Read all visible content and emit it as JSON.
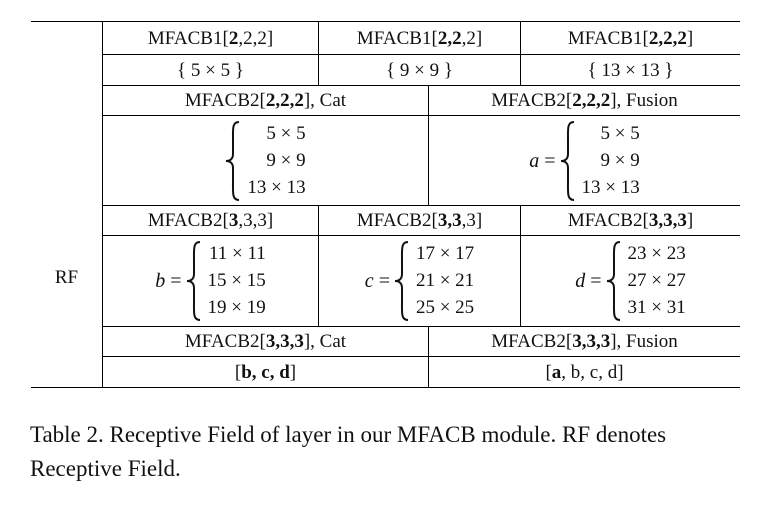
{
  "row_label": "RF",
  "mfacb1": [
    {
      "prefix": "MFACB1[",
      "b": "2",
      "rest": ",2,2]",
      "set": "{ 5 × 5 }"
    },
    {
      "prefix": "MFACB1[",
      "b": "2,2",
      "rest": ",2]",
      "set": "{ 9 × 9 }"
    },
    {
      "prefix": "MFACB1[",
      "b": "2,2,2",
      "rest": "]",
      "set": "{ 13 × 13 }"
    }
  ],
  "mfacb2_222": [
    {
      "prefix": "MFACB2[",
      "b": "2,2,2",
      "rest": "], Cat",
      "var": "",
      "values": [
        "5 × 5",
        "9 × 9",
        "13 × 13"
      ]
    },
    {
      "prefix": "MFACB2[",
      "b": "2,2,2",
      "rest": "], Fusion",
      "var": "a",
      "values": [
        "5 × 5",
        "9 × 9",
        "13 × 13"
      ]
    }
  ],
  "mfacb2_333": [
    {
      "prefix": "MFACB2[",
      "b": "3",
      "rest": ",3,3]",
      "var": "b",
      "values": [
        "11 × 11",
        "15 × 15",
        "19 × 19"
      ]
    },
    {
      "prefix": "MFACB2[",
      "b": "3,3",
      "rest": ",3]",
      "var": "c",
      "values": [
        "17 × 17",
        "21 × 21",
        "25 × 25"
      ]
    },
    {
      "prefix": "MFACB2[",
      "b": "3,3,3",
      "rest": "]",
      "var": "d",
      "values": [
        "23 × 23",
        "27 × 27",
        "31 × 31"
      ]
    }
  ],
  "mfacb2_final": [
    {
      "prefix": "MFACB2[",
      "b": "3,3,3",
      "rest": "], Cat",
      "open": "[",
      "b2": "b, c, d",
      "close": "]"
    },
    {
      "prefix": "MFACB2[",
      "b": "3,3,3",
      "rest": "], Fusion",
      "open": "[",
      "b2": "a",
      "close": ", b, c, d]"
    }
  ],
  "caption": "Table 2. Receptive Field of layer in our MFACB module. RF denotes Receptive Field."
}
